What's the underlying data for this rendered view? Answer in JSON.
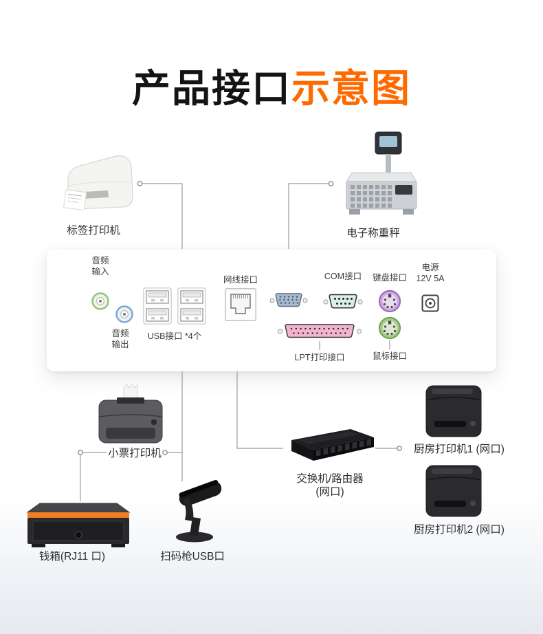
{
  "title": {
    "prefix": "产品接口",
    "suffix": "示意图"
  },
  "colors": {
    "accent_orange": "#ff6a00",
    "connector_line": "#9b9b9b",
    "lpt_pink": "#f3b5cd",
    "com_cyan": "#d9efe7",
    "vga_gray_blue": "#a9bbce",
    "keyboard_purple": "#cfabe2",
    "mouse_green": "#a9cb8f",
    "audio_in_green": "#93c077",
    "audio_out_blue": "#7fa6d4",
    "cash_drawer_stripe": "#ef7f22"
  },
  "panel": {
    "audio_in": {
      "line1": "音频",
      "line2": "输入"
    },
    "audio_out": {
      "line1": "音频",
      "line2": "输出"
    },
    "usb": {
      "label": "USB接口 *4个"
    },
    "lan": {
      "label": "网线接口"
    },
    "com": {
      "label": "COM接口"
    },
    "keyboard": {
      "label": "键盘接口"
    },
    "power": {
      "line1": "电源",
      "line2": "12V 5A"
    },
    "lpt": {
      "label": "LPT打印接口"
    },
    "mouse": {
      "label": "鼠标接口"
    }
  },
  "devices": {
    "label_printer": {
      "label": "标签打印机"
    },
    "scale": {
      "label": "电子称重秤"
    },
    "receipt_printer": {
      "label": "小票打印机"
    },
    "cash_drawer": {
      "label": "钱箱(RJ11 口)"
    },
    "scanner": {
      "label": "扫码枪USB口"
    },
    "switch": {
      "line1": "交换机/路由器",
      "line2": "(网口)"
    },
    "kitchen_printer_1": {
      "label": "厨房打印机1 (网口)"
    },
    "kitchen_printer_2": {
      "label": "厨房打印机2 (网口)"
    }
  }
}
